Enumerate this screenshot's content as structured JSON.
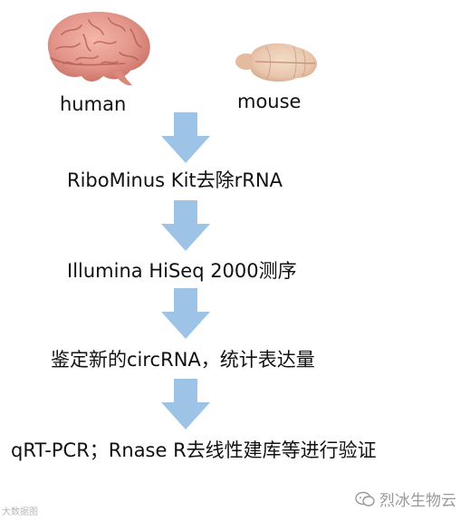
{
  "species": {
    "human": "human",
    "mouse": "mouse"
  },
  "steps": [
    "RiboMinus Kit去除rRNA",
    "Illumina HiSeq 2000测序",
    "鉴定新的circRNA，统计表达量",
    "qRT-PCR；Rnase R去线性建库等进行验证"
  ],
  "watermark": {
    "left": "大数据图",
    "right": "烈冰生物云"
  },
  "colors": {
    "arrow": "#9dc3e6",
    "human_brain": "#e3958a",
    "mouse_brain": "#e9c6ad"
  }
}
